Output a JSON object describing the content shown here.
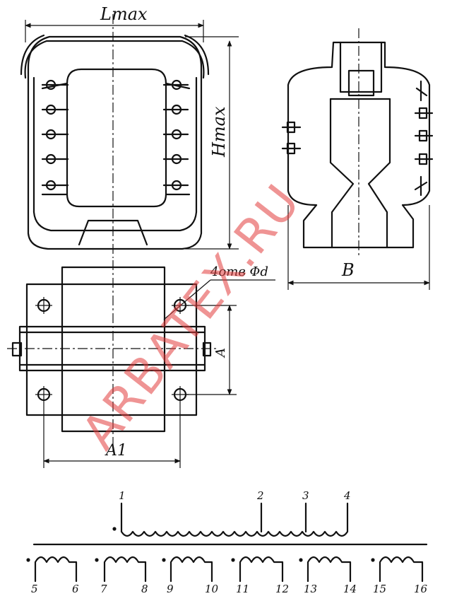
{
  "labels": {
    "l_max": "Lmax",
    "h_max": "Hmax",
    "b": "B",
    "holes": "4отв Φd",
    "a": "A",
    "a1": "A1"
  },
  "pins": [
    "1",
    "2",
    "3",
    "4",
    "5",
    "6",
    "7",
    "8",
    "9",
    "10",
    "11",
    "12",
    "13",
    "14",
    "15",
    "16"
  ],
  "watermark": "ARBATEX.RU"
}
